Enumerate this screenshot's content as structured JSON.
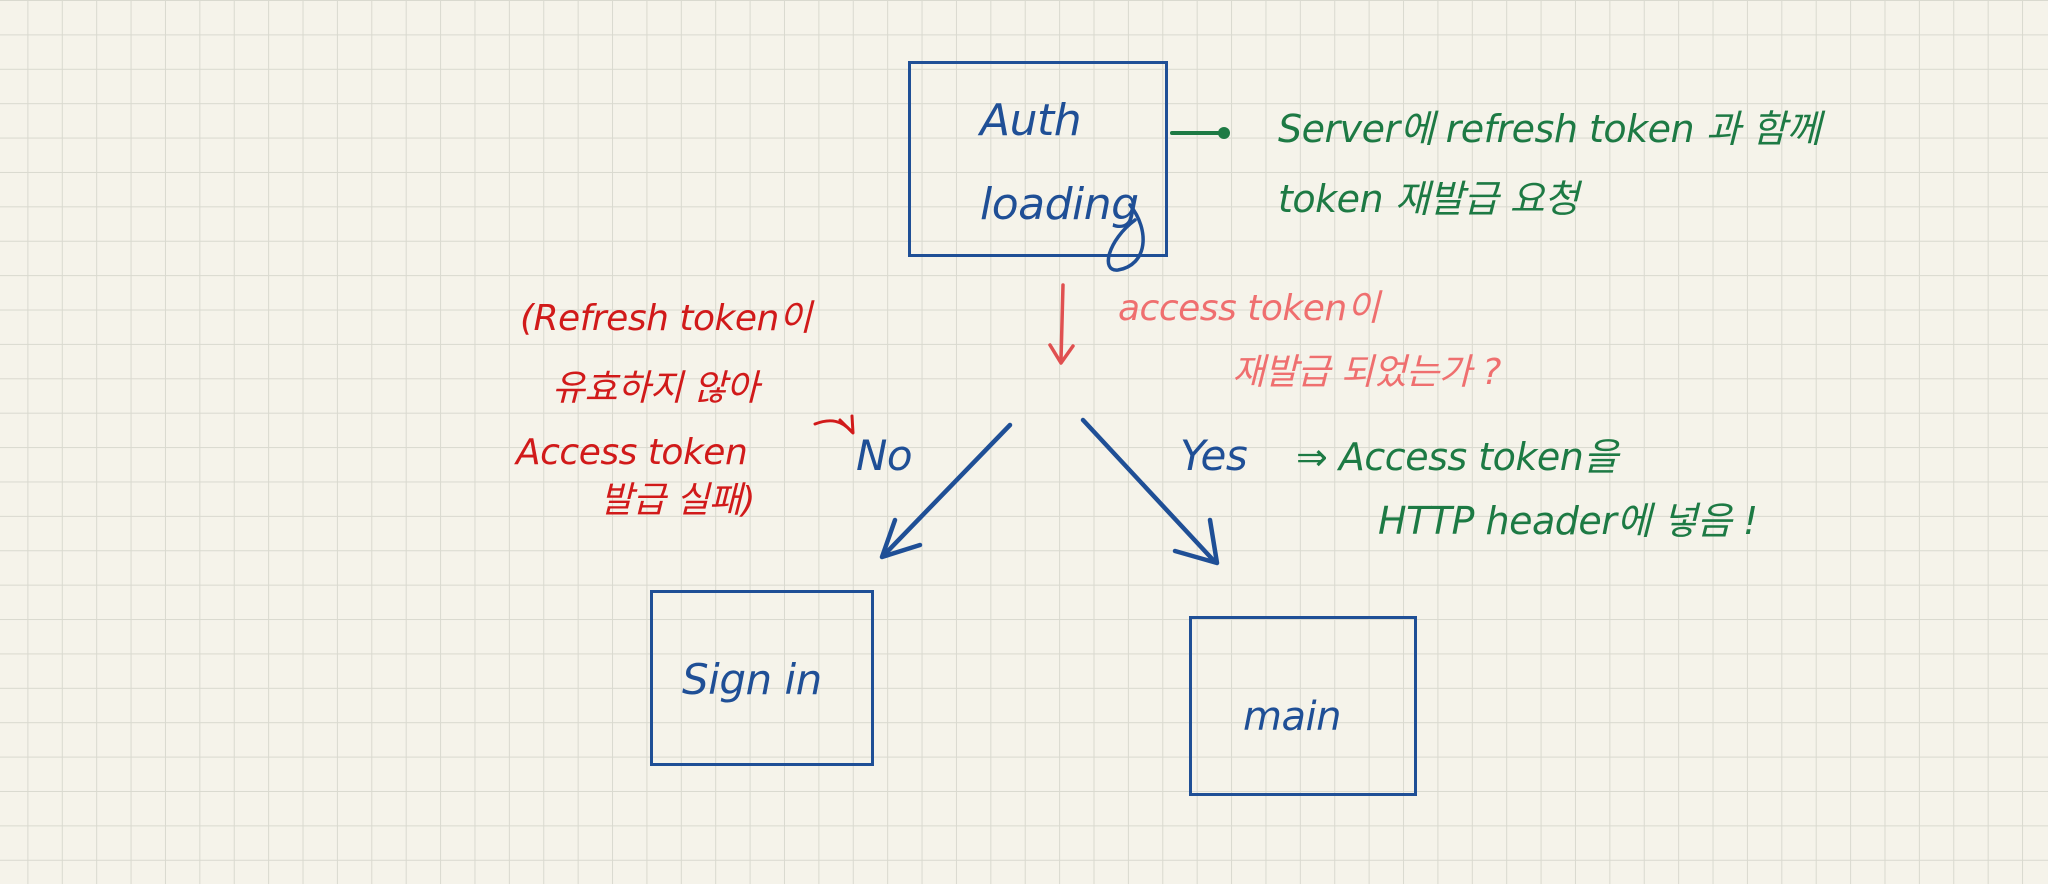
{
  "nodes": {
    "auth_loading": {
      "line1": "Auth",
      "line2": "loading"
    },
    "sign_in": {
      "label": "Sign in"
    },
    "main": {
      "label": "main"
    }
  },
  "notes": {
    "server_request": {
      "line1": "Server에  refresh token 과 함께",
      "line2": "token 재발급 요청"
    },
    "question": {
      "line1": "access token이",
      "line2": "재발급 되었는가 ?"
    },
    "no_reason": {
      "line1": "(Refresh token이",
      "line2": "유효하지 않아",
      "line3": "Access token",
      "line4": "발급 실패)"
    },
    "yes_result": {
      "line1": "⇒ Access token을",
      "line2": "HTTP header에 넣음 !"
    }
  },
  "branches": {
    "no": "No",
    "yes": "Yes"
  },
  "colors": {
    "boxes": "#1f4f96",
    "server_note": "#1d7a44",
    "question": "#ef6f6f",
    "no_reason": "#d11a1a",
    "grid_background": "#f5f3ea"
  }
}
